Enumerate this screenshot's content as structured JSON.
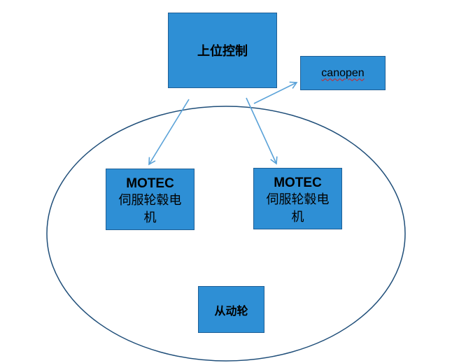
{
  "diagram": {
    "nodes": {
      "master": {
        "label": "上位控制"
      },
      "canopen": {
        "label": "canopen"
      },
      "motor_left": {
        "brand": "MOTEC",
        "desc": "伺服轮毂电机"
      },
      "motor_right": {
        "brand": "MOTEC",
        "desc": "伺服轮毂电机"
      },
      "passive": {
        "label": "从动轮"
      }
    },
    "edges": [
      {
        "from": "master",
        "to": "motor_left"
      },
      {
        "from": "master",
        "to": "motor_right"
      },
      {
        "from": "master",
        "to": "canopen"
      }
    ],
    "colors": {
      "box_fill": "#2e8fd5",
      "box_border": "#1f5f95",
      "arrow": "#5aa2d8",
      "ellipse": "#1f4e79",
      "canopen_underline": "#d42020"
    }
  }
}
